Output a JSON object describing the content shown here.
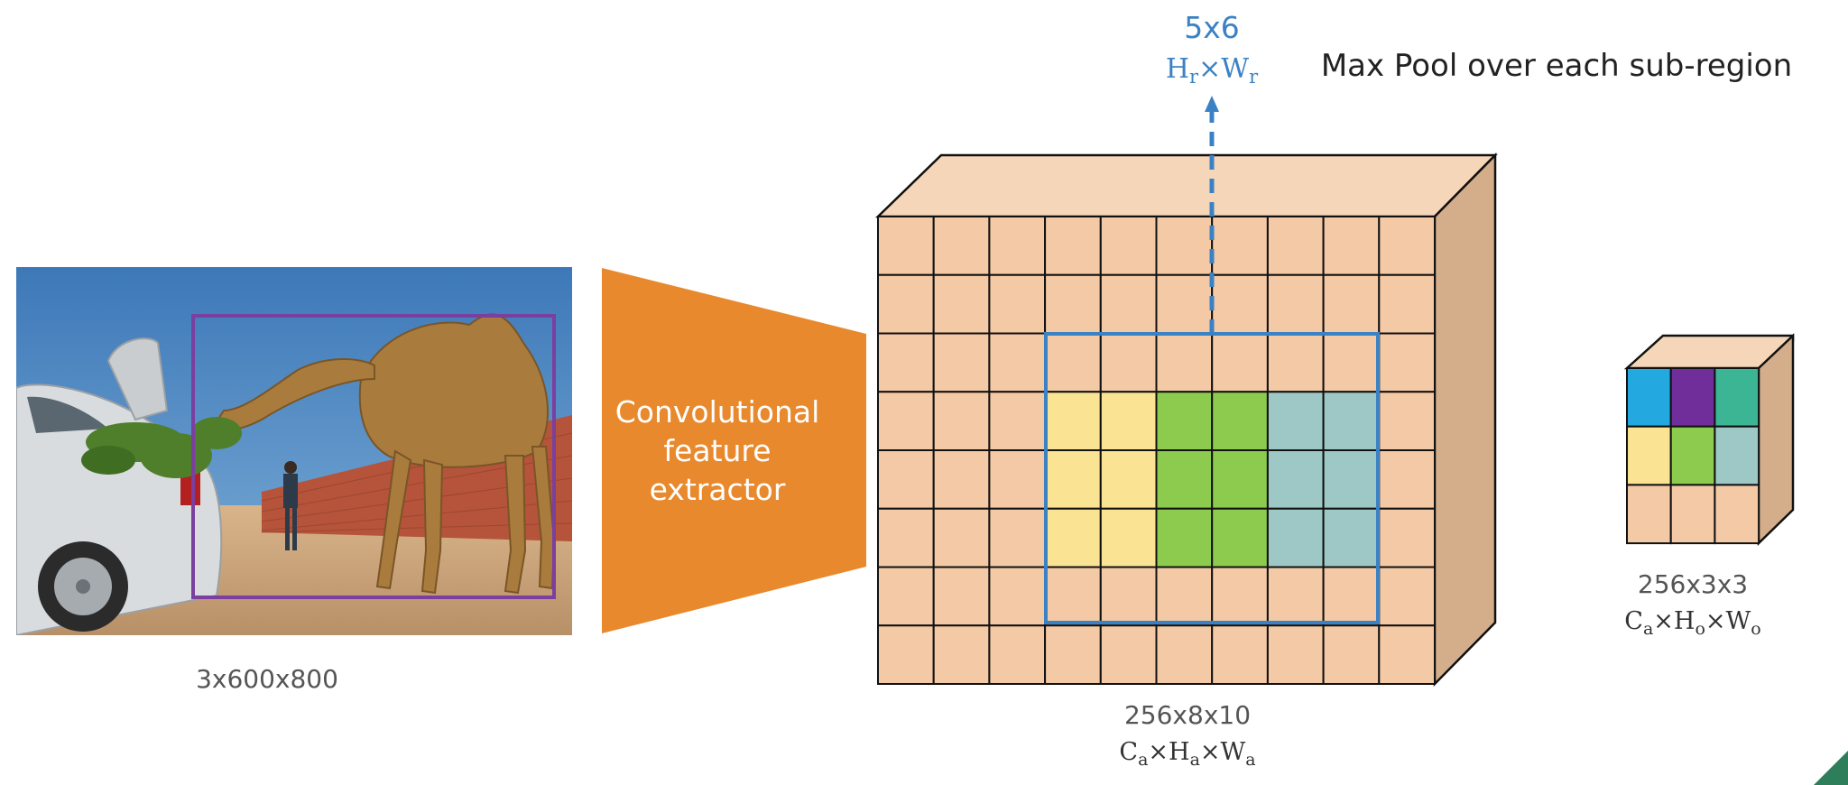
{
  "title": "",
  "input_image": {
    "description": "photo",
    "size_label": "3x600x800"
  },
  "extractor": {
    "lines": [
      "Convolutional",
      "feature",
      "extractor"
    ],
    "color": "#e8892d"
  },
  "feature_map": {
    "size_label": "256x8x10",
    "math_label": {
      "C": "C",
      "C_sub": "a",
      "H": "H",
      "H_sub": "a",
      "W": "W",
      "W_sub": "a"
    },
    "rows": 8,
    "cols": 10,
    "base_color": "#f3c9a6",
    "top_color": "#f6d6b8",
    "side_color": "#d4ae8b",
    "roi": {
      "rows_label": "5x6"
    }
  },
  "roi_label": {
    "size_label": "5x6",
    "math_label": {
      "H": "H",
      "H_sub": "r",
      "W": "W",
      "W_sub": "r"
    },
    "color": "#3b82c4"
  },
  "caption": "Max Pool over each sub-region",
  "output": {
    "size_label": "256x3x3",
    "math_label": {
      "C": "C",
      "C_sub": "a",
      "H": "H",
      "H_sub": "o",
      "W": "W",
      "W_sub": "o"
    },
    "cells": [
      [
        "#23a8e0",
        "#6f2e9a",
        "#3bb594"
      ],
      [
        "#fbe394",
        "#8dcb4e",
        "#9ec8c6"
      ],
      [
        "#f3c9a6",
        "#f3c9a6",
        "#f3c9a6"
      ]
    ]
  },
  "subregion_colors": {
    "yellow": "#fbe394",
    "green": "#8dcb4e",
    "teal": "#9ec8c6"
  }
}
